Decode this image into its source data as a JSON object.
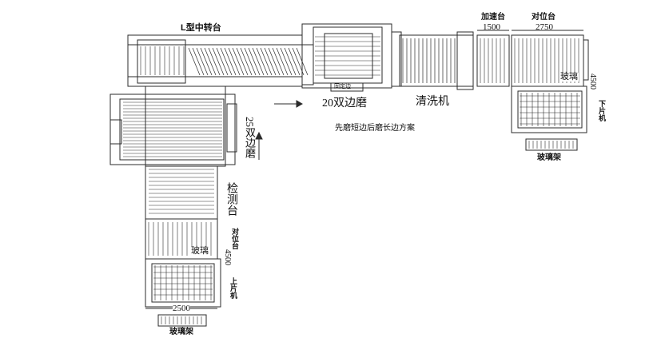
{
  "labels": {
    "l_turntable": "L型中转台",
    "fixed_edge": "固定边",
    "edger_20": "20双边磨",
    "washer": "清洗机",
    "accel_table": "加速台",
    "align_table_top": "对位台",
    "dim_1500": "1500",
    "dim_2750": "2750",
    "glass_right": "玻璃",
    "dim_4500_right": "4500",
    "unloader": "下片机",
    "rack_right": "玻璃架",
    "caption": "先磨短边后磨长边方案",
    "edger_25": "25双边磨",
    "inspection_table": "检测台",
    "align_table_left": "对位台",
    "glass_left": "玻璃",
    "dim_4500_left": "4500",
    "loader": "上片机",
    "dim_2500": "2500",
    "rack_left": "玻璃架"
  },
  "colors": {
    "line": "#2b2b2b",
    "text": "#111111",
    "background": "#ffffff"
  }
}
